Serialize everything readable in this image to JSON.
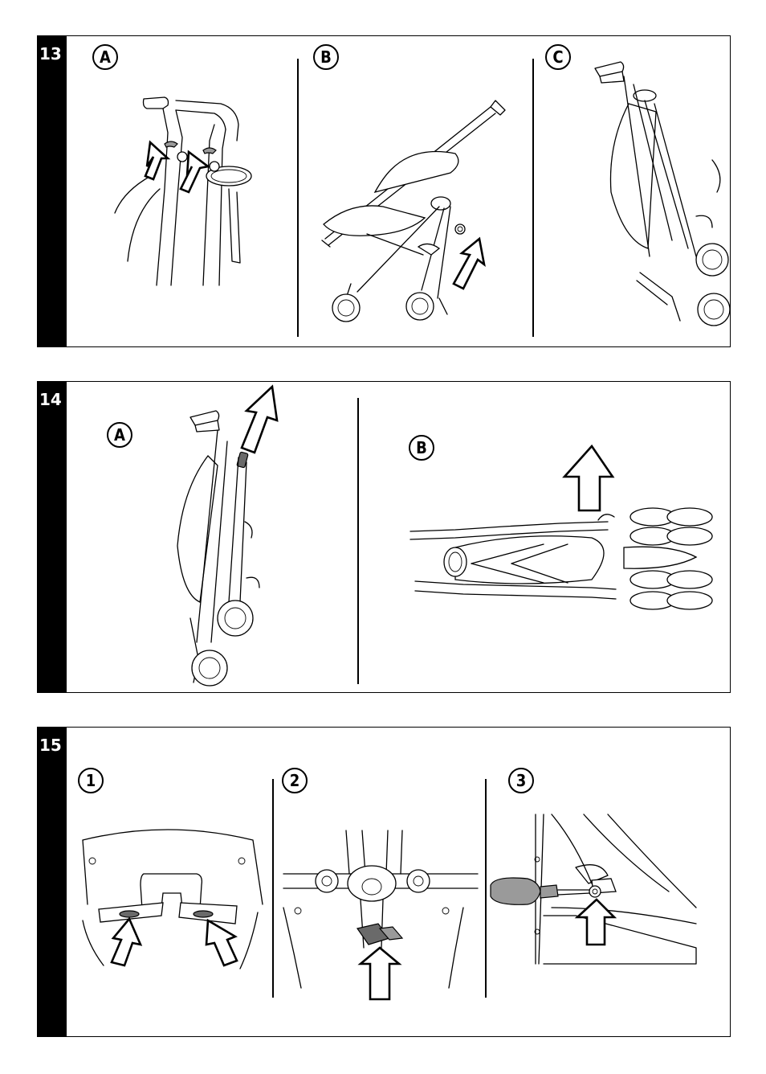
{
  "steps": [
    {
      "number": "13",
      "labels": [
        "A",
        "B",
        "C"
      ],
      "images": [
        "handle-buttons-push",
        "stroller-fold-release",
        "stroller-folded"
      ]
    },
    {
      "number": "14",
      "labels": [
        "A",
        "B"
      ],
      "images": [
        "folded-stroller-lift",
        "folded-stroller-top-view"
      ]
    },
    {
      "number": "15",
      "labels": [
        "1",
        "2",
        "3"
      ],
      "images": [
        "seat-buckle-release",
        "crotch-strap-buckle",
        "screwdriver-wheel-removal"
      ]
    }
  ],
  "colors": {
    "border": "#000000",
    "step_bar": "#000000",
    "part_highlight": "#9a9a9a"
  }
}
